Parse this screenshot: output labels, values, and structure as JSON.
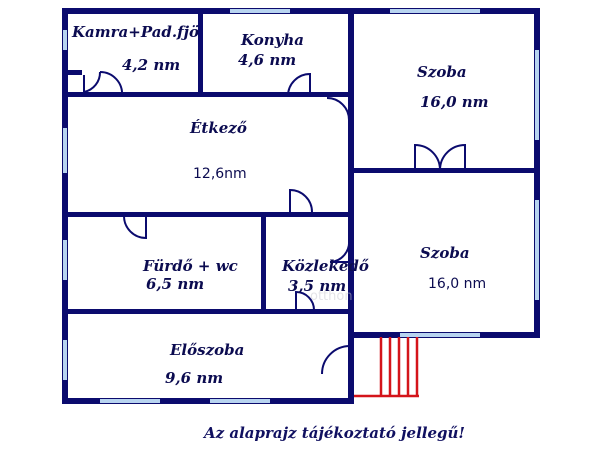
{
  "rooms": [
    {
      "id": "kamra",
      "name": "Kamra+Pad.fjö",
      "area": "4,2 nm"
    },
    {
      "id": "konyha",
      "name": "Konyha",
      "area": "4,6 nm"
    },
    {
      "id": "szoba1",
      "name": "Szoba",
      "area": "16,0 nm"
    },
    {
      "id": "etkezo",
      "name": "Étkező",
      "area": "12,6nm"
    },
    {
      "id": "furdo",
      "name": "Fürdő + wc",
      "area": "6,5 nm"
    },
    {
      "id": "kozlekedo",
      "name": "Közlekedő",
      "area": "3,5 nm"
    },
    {
      "id": "szoba2",
      "name": "Szoba",
      "area": "16,0 nm"
    },
    {
      "id": "eloszoba",
      "name": "Előszoba",
      "area": "9,6 nm"
    }
  ],
  "note": "Az alaprajz tájékoztató jellegű!",
  "colors": {
    "wall": "#0b0b6e",
    "window": "#b8d4f0",
    "stairs": "#d4141a",
    "text": "#0b0b50"
  }
}
